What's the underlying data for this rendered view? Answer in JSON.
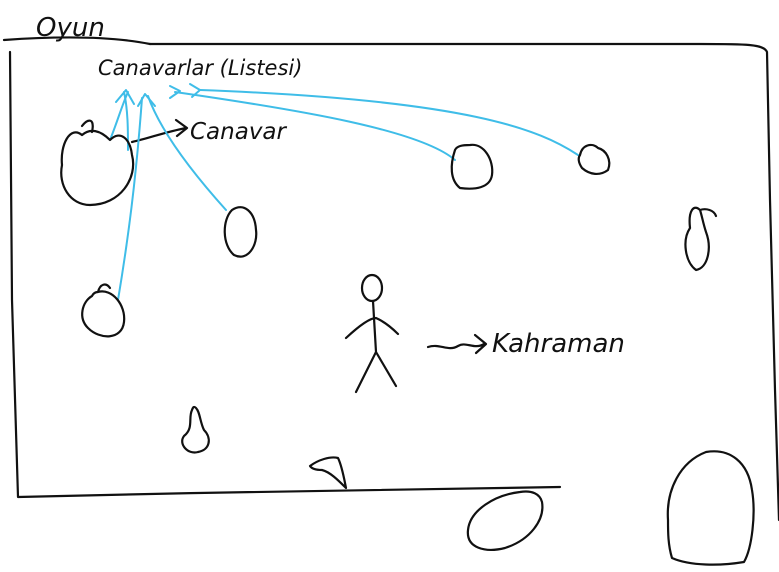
{
  "game_label": "Oyun",
  "monsters_list_label": "Canavarlar (Listesi)",
  "monster_label": "Canavar",
  "hero_label": "Kahraman",
  "colors": {
    "ink": "#111111",
    "reference_arrows": "#3fbde8",
    "background": "#ffffff"
  }
}
